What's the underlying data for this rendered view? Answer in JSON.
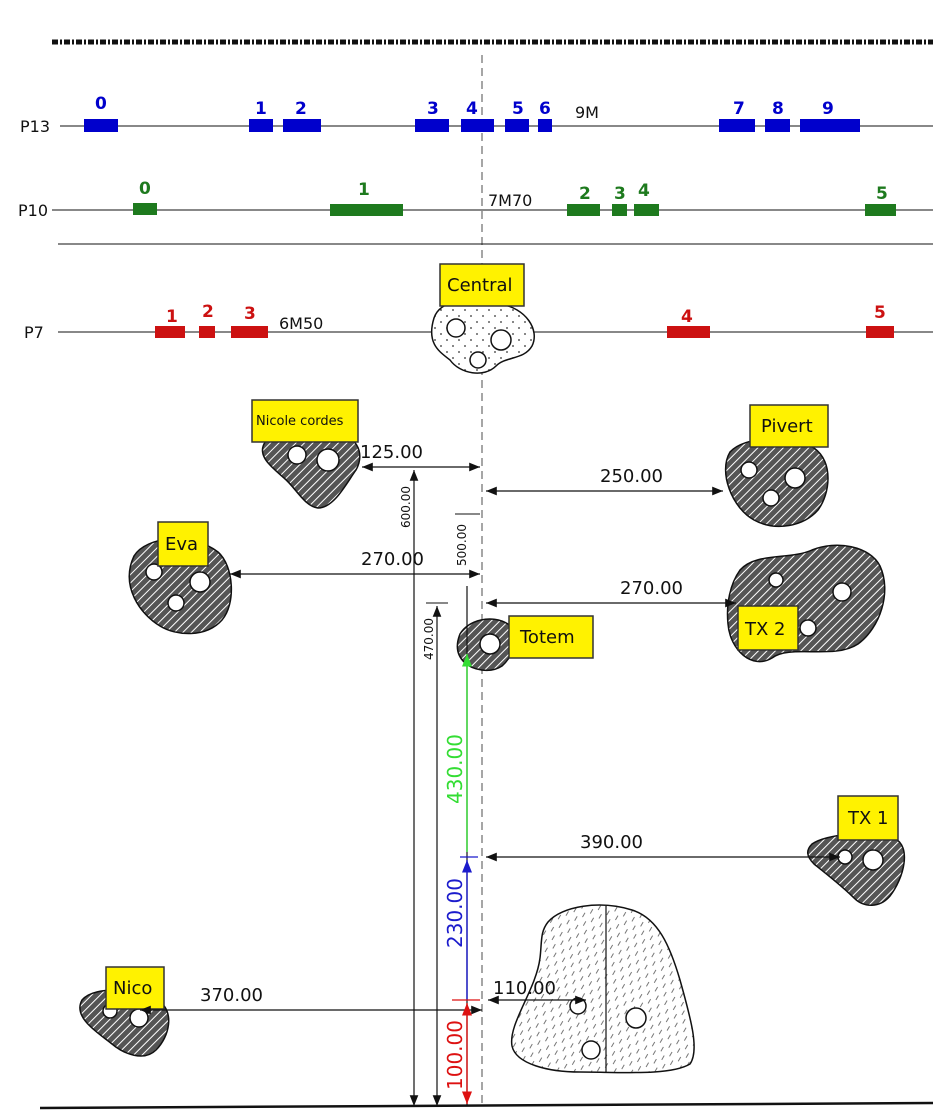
{
  "colors": {
    "p13": "#0000cc",
    "p10": "#1e7a1e",
    "p7": "#cc1111",
    "label_box": "#fff200",
    "dim_green": "#33dd33",
    "dim_blue": "#1b1bcc",
    "dim_red": "#dd1111"
  },
  "lines": {
    "p13": {
      "name": "P13",
      "note": "9M",
      "ticks": [
        "0",
        "1",
        "2",
        "3",
        "4",
        "5",
        "6",
        "7",
        "8",
        "9"
      ]
    },
    "p10": {
      "name": "P10",
      "note": "7M70",
      "ticks": [
        "0",
        "1",
        "2",
        "3",
        "4",
        "5"
      ]
    },
    "p7": {
      "name": "P7",
      "note": "6M50",
      "ticks": [
        "1",
        "2",
        "3",
        "4",
        "5"
      ]
    }
  },
  "rocks": {
    "central": "Central",
    "nicole": "Nicole cordes",
    "pivert": "Pivert",
    "eva": "Eva",
    "totem": "Totem",
    "tx2": "TX 2",
    "tx1": "TX 1",
    "nico": "Nico"
  },
  "dimensions": {
    "nicole": "125.00",
    "pivert": "250.00",
    "eva": "270.00",
    "tx2": "270.00",
    "tx1": "390.00",
    "nico": "370.00",
    "big_rock": "110.00",
    "v600": "600.00",
    "v500": "500.00",
    "v470": "470.00",
    "v430": "430.00",
    "v230": "230.00",
    "v100": "100.00"
  }
}
